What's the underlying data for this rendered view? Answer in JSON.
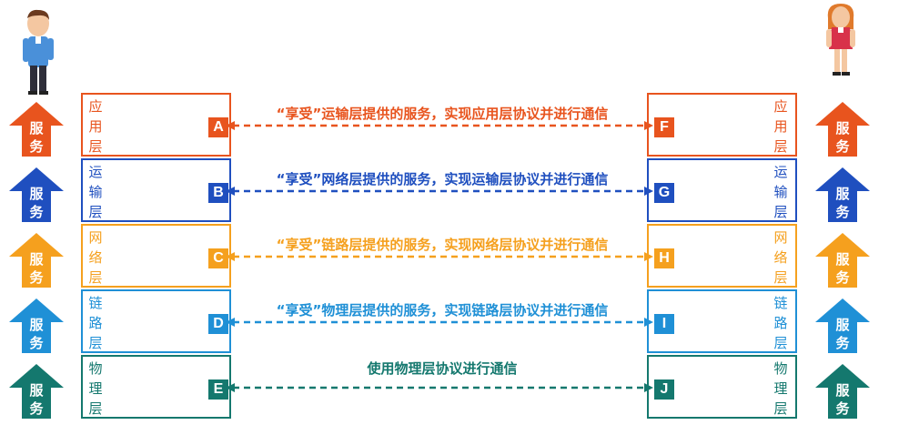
{
  "service_label_top": "服",
  "service_label_bottom": "务",
  "layers": [
    {
      "name": "应用层",
      "left_letter": "A",
      "right_letter": "F",
      "caption": "“享受”运输层提供的服务，实现应用层协议并进行通信",
      "color": "#e8541e"
    },
    {
      "name": "运输层",
      "left_letter": "B",
      "right_letter": "G",
      "caption": "“享受”网络层提供的服务，实现运输层协议并进行通信",
      "color": "#1f4fbf"
    },
    {
      "name": "网络层",
      "left_letter": "C",
      "right_letter": "H",
      "caption": "“享受”链路层提供的服务，实现网络层协议并进行通信",
      "color": "#f5a01e"
    },
    {
      "name": "链路层",
      "left_letter": "D",
      "right_letter": "I",
      "caption": "“享受”物理层提供的服务，实现链路层协议并进行通信",
      "color": "#1f90d6"
    },
    {
      "name": "物理层",
      "left_letter": "E",
      "right_letter": "J",
      "caption": "使用物理层协议进行通信",
      "color": "#14786e"
    }
  ]
}
